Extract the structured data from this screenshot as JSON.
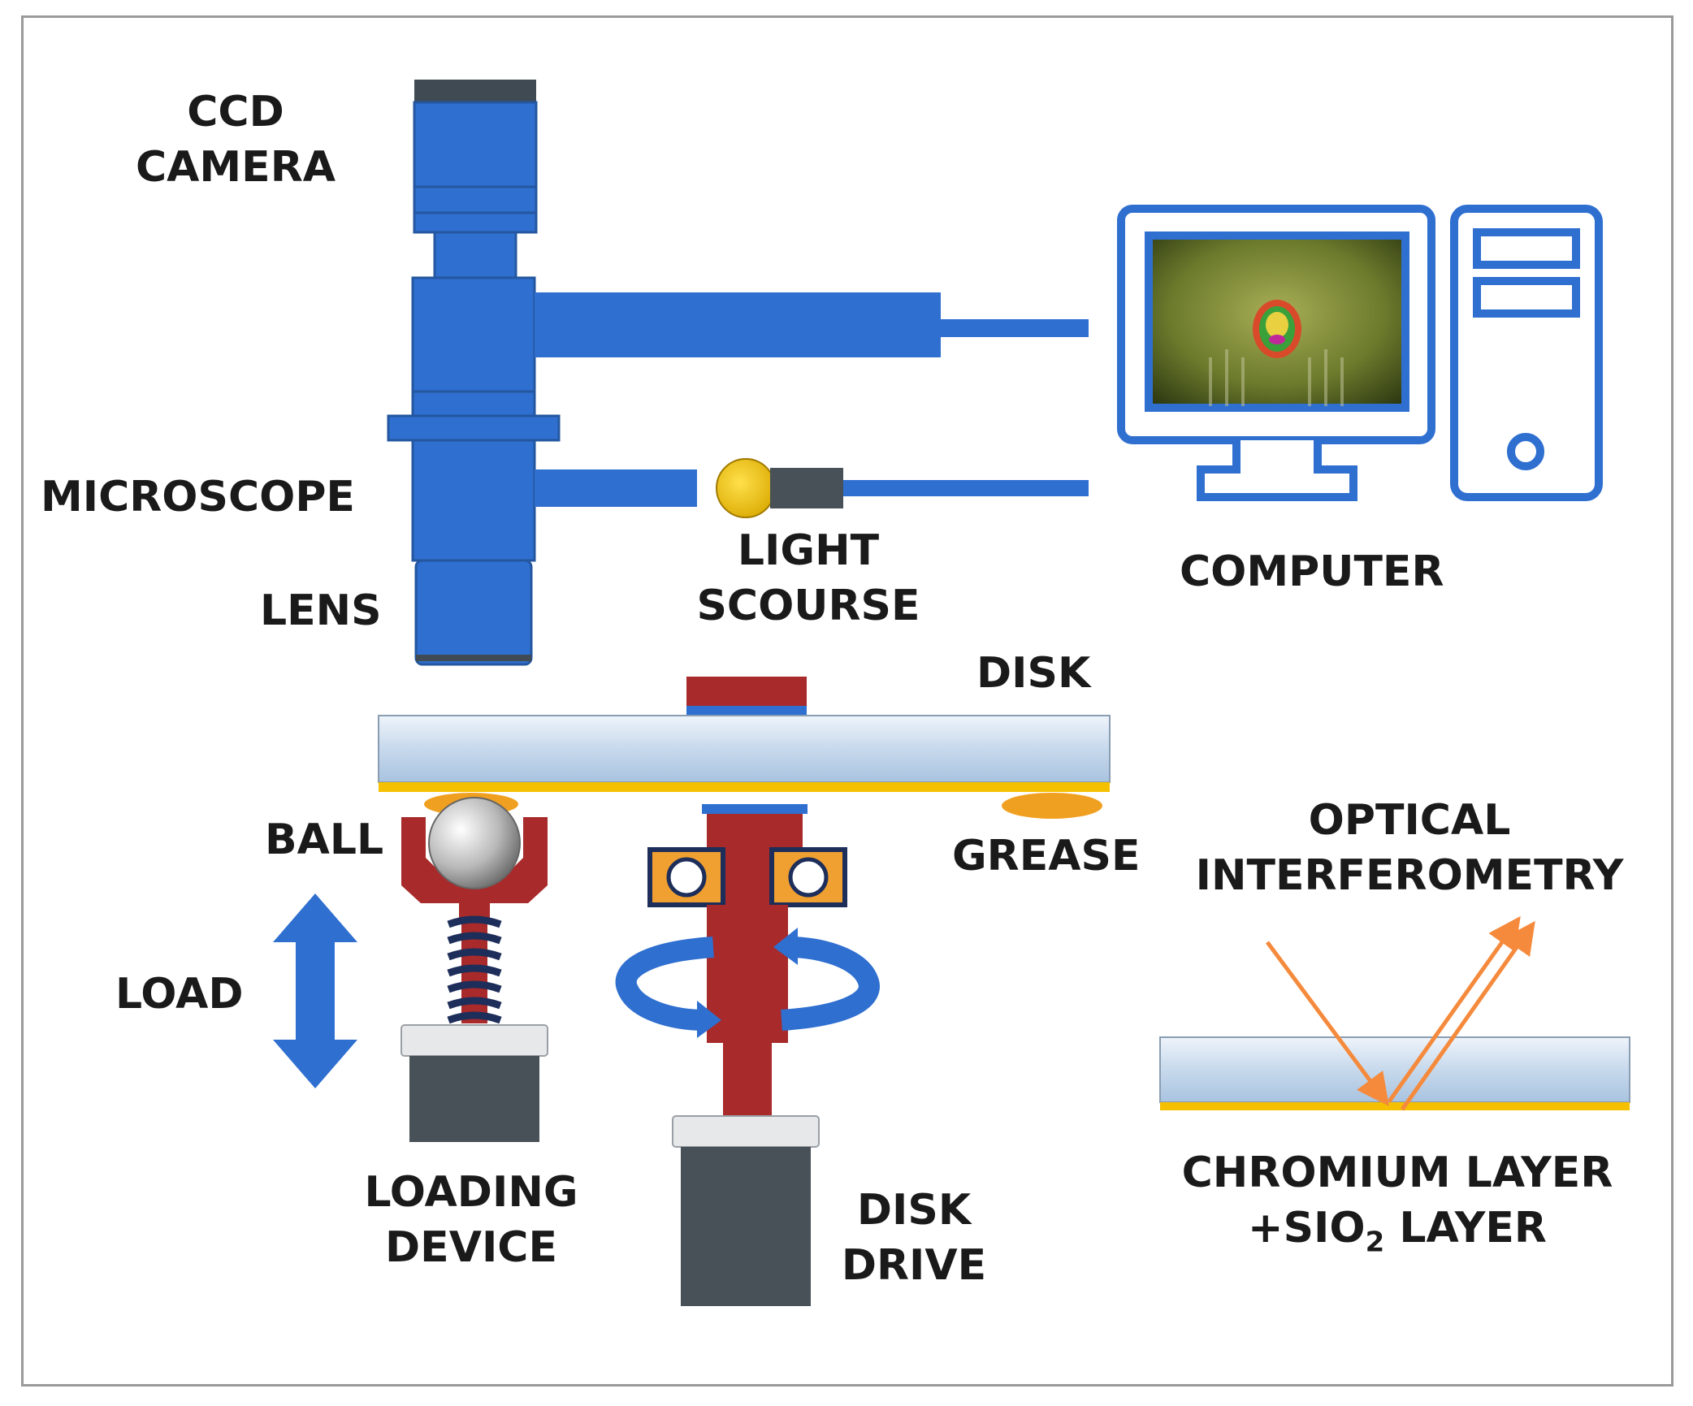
{
  "labels": {
    "ccd_camera": [
      "CCD",
      "CAMERA"
    ],
    "microscope": "MICROSCOPE",
    "lens": "LENS",
    "light_source": [
      "LIGHT",
      "SCOURSE"
    ],
    "computer": "COMPUTER",
    "disk": "DISK",
    "ball": "BALL",
    "grease": "GREASE",
    "load": "LOAD",
    "loading_device": [
      "LOADING",
      "DEVICE"
    ],
    "disk_drive": [
      "DISK",
      "DRIVE"
    ],
    "optical_interferometry": [
      "OPTICAL",
      "INTERFEROMETRY"
    ],
    "chromium_layer": "CHROMIUM LAYER",
    "sio2_prefix": "+SIO",
    "sio2_sub": "2",
    "sio2_suffix": " LAYER"
  },
  "colors": {
    "microscope_blue": "#2f6fd0",
    "camera_cap": "#3f4a52",
    "drive_red": "#a82a2a",
    "disk_fill": "#c3d6ea",
    "chromium_yellow": "#f5c000",
    "grease_orange": "#f0a020",
    "bearing_orange": "#f0a030",
    "motor_gray": "#485157",
    "ray_orange": "#f58a3c",
    "computer_outline": "#2f6fd0"
  }
}
